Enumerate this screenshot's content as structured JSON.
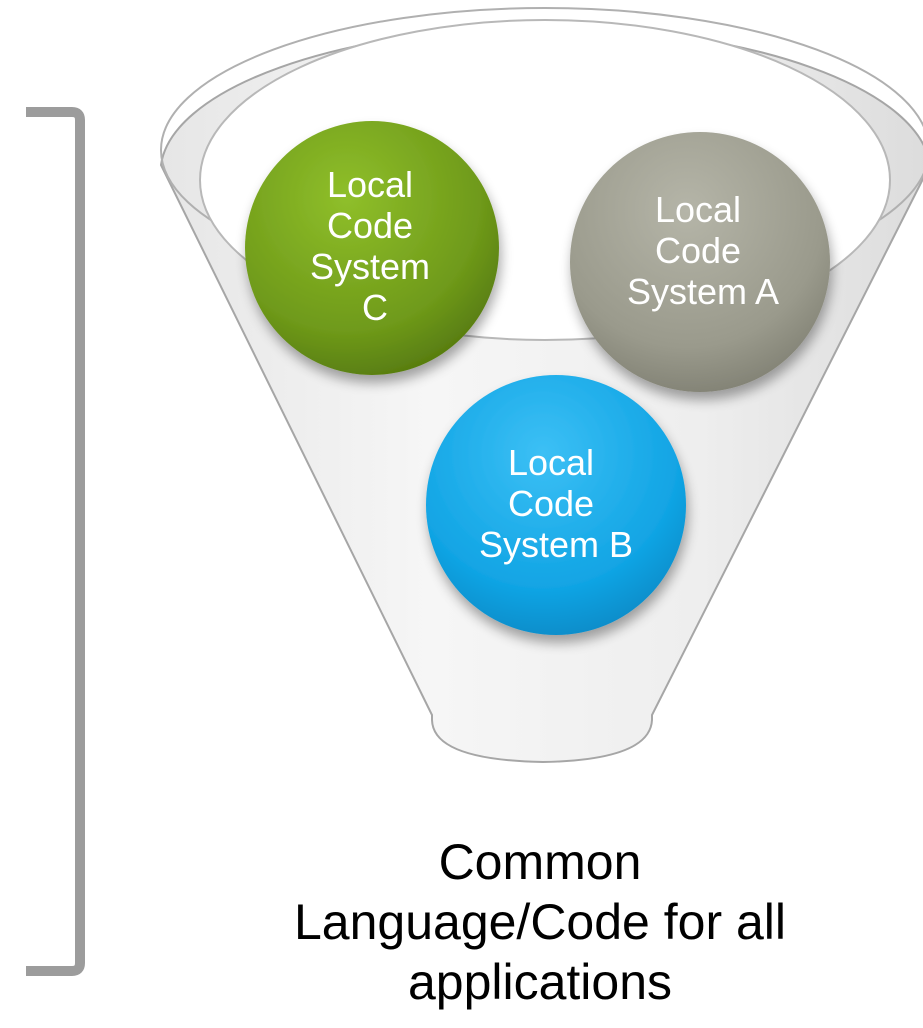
{
  "funnel": {
    "circles": [
      {
        "id": "c",
        "lines": [
          "Local",
          "Code",
          "System",
          "C"
        ],
        "color": "#6f9a1a"
      },
      {
        "id": "a",
        "lines": [
          "Local",
          "Code",
          "System A"
        ],
        "color": "#9a9a8c"
      },
      {
        "id": "b",
        "lines": [
          "Local",
          "Code",
          "System B"
        ],
        "color": "#1aa7e6"
      }
    ]
  },
  "caption": {
    "lines": [
      "Common",
      "Language/Code for all",
      "applications"
    ]
  },
  "colors": {
    "bracket": "#9c9c9c",
    "funnel_outline": "#a6a6a6",
    "funnel_fill": "#eeeeee"
  }
}
